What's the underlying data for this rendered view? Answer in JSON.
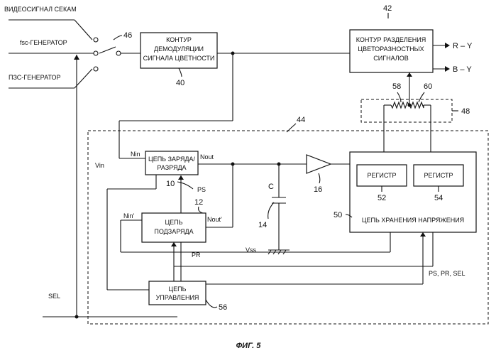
{
  "inputs": {
    "secam": "ВИДЕОСИГНАЛ СЕКАМ",
    "fsc": "fsc-ГЕНЕРАТОР",
    "pzs": "ПЗС-ГЕНЕРАТОР"
  },
  "blocks": {
    "demod": [
      "КОНТУР",
      "ДЕМОДУЛЯЦИИ",
      "СИГНАЛА ЦВЕТНОСТИ"
    ],
    "separation": [
      "КОНТУР РАЗДЕЛЕНИЯ",
      "ЦВЕТОРАЗНОСТНЫХ",
      "СИГНАЛОВ"
    ],
    "charge": [
      "ЦЕПЬ ЗАРЯДА/",
      "РАЗРЯДА"
    ],
    "subcharge": [
      "ЦЕПЬ",
      "ПОДЗАРЯДА"
    ],
    "control": [
      "ЦЕПЬ",
      "УПРАВЛЕНИЯ"
    ],
    "register_a": "РЕГИСТР",
    "register_b": "РЕГИСТР",
    "storage": "ЦЕПЬ ХРАНЕНИЯ НАПРЯЖЕНИЯ"
  },
  "outputs": {
    "ry": "R – Y",
    "by": "B – Y"
  },
  "pins": {
    "vin": "Vin",
    "nin": "Nin",
    "nout": "Nout",
    "nin2": "Nin'",
    "nout2": "Nout'",
    "c": "C",
    "vss": "Vss"
  },
  "signals": {
    "ps": "PS",
    "pr": "PR",
    "ps_pr_sel": "PS, PR, SEL",
    "sel": "SEL"
  },
  "refs": {
    "r10": "10",
    "r12": "12",
    "r14": "14",
    "r16": "16",
    "r40": "40",
    "r42": "42",
    "r44": "44",
    "r46": "46",
    "r48": "48",
    "r50": "50",
    "r52": "52",
    "r54": "54",
    "r56": "56",
    "r58": "58",
    "r60": "60"
  },
  "caption": "ФИГ. 5"
}
